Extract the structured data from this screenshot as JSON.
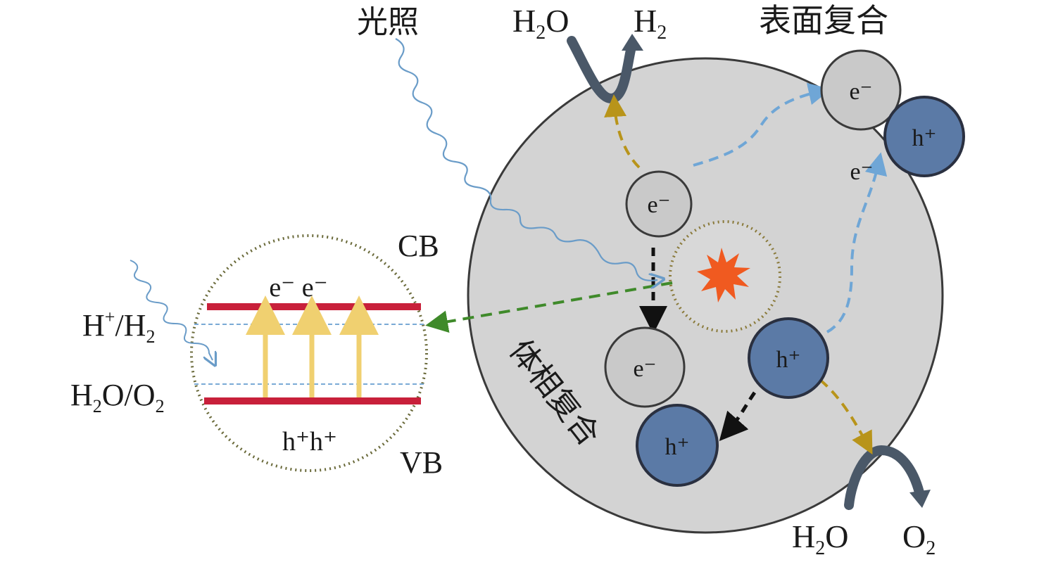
{
  "labels": {
    "light": "光照",
    "top_h2o": "H",
    "top_h2o_sub": "2",
    "top_h2o_tail": "O",
    "top_h2": "H",
    "top_h2_sub": "2",
    "surface_recomb": "表面复合",
    "bulk_recomb": "体相复合",
    "cb": "CB",
    "vb": "VB",
    "h_plus_h2_a": "H",
    "h_plus_h2_sup": "+",
    "h_plus_h2_b": "/H",
    "h_plus_h2_sub": "2",
    "h2o_o2_a": "H",
    "h2o_o2_sub1": "2",
    "h2o_o2_b": "O/O",
    "h2o_o2_sub2": "2",
    "band_electrons": "e⁻ e⁻",
    "band_holes": "h⁺h⁺",
    "bottom_h2o": "H",
    "bottom_h2o_sub": "2",
    "bottom_h2o_tail": "O",
    "bottom_o2": "O",
    "bottom_o2_sub": "2",
    "free_e_surface": "e⁻"
  },
  "particles": {
    "e_center": "e⁻",
    "e_lower": "e⁻",
    "h_lower": "h⁺",
    "h_right": "h⁺",
    "e_surface": "e⁻",
    "h_surface": "h⁺"
  },
  "colors": {
    "particle_body": "#d3d3d3",
    "electron_fill": "#c9c9c9",
    "hole_fill": "#5b7aa6",
    "band_edge": "#c8203a",
    "excitation_arrow": "#f0d070",
    "yellow_path": "#b8941a",
    "blue_path": "#6fa6d6",
    "green_path": "#3f8a2a",
    "recomb_star": "#f05a20",
    "reaction_arrow": "#4a5868"
  }
}
